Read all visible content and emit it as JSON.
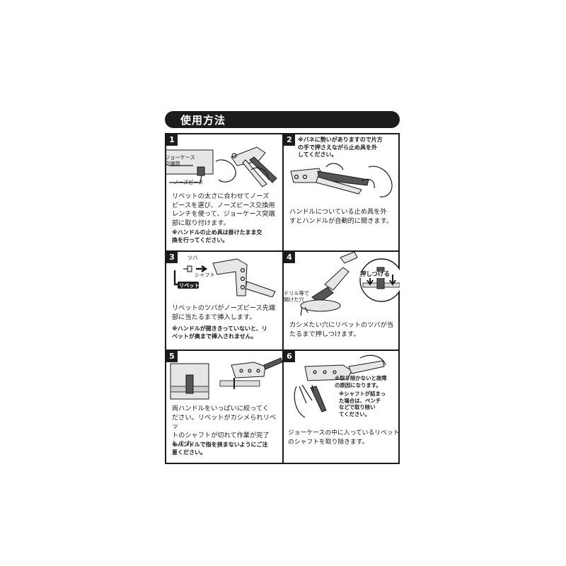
{
  "header": {
    "title": "使用方法"
  },
  "steps": [
    {
      "number": "1",
      "callouts": {
        "jaw_case": "ジョーケース\n突端部",
        "nose_piece": "ノーズピース"
      },
      "text": "リベットの太さに合わせてノーズ\nピースを選び、ノーズピース交換用\nレンチを使って、ジョーケース突端\n部に取り付けます。",
      "note": "※ハンドルの止め具は掛けたまま交\n換を行ってください。"
    },
    {
      "number": "2",
      "note": "※バネに勢いがありますので片方\nの手で押さえながら止め具を外\nしてください。",
      "text": "ハンドルについている止め具を外\nすとハンドルが自動的に開きます。"
    },
    {
      "number": "3",
      "callouts": {
        "flange": "ツバ",
        "shaft": "シャフト",
        "rivet": "リベット"
      },
      "text": "リベットのツバがノーズピース先端\n部に当たるまで挿入します。",
      "note": "※ハンドルが開ききっていないと、リ\nベットが奥まで挿入されません。"
    },
    {
      "number": "4",
      "callouts": {
        "press": "押しつける",
        "hole": "ドリル等で\n開けた穴"
      },
      "text": "カシメたい穴にリベットのツバが当\nたるまで押しつけます。"
    },
    {
      "number": "5",
      "text": "両ハンドルをいっぱいに絞ってく\nださい。リベットがカシメられリベッ\nトのシャフトが切れて作業が完了\nします。",
      "note": "※ハンドルで指を挟まないようにご注\n意ください。"
    },
    {
      "number": "6",
      "note_a": "※取り除かないと故障\nの原因になります。",
      "note_b": "※シャフトが詰まっ\nた場合は、ペンチ\nなどで取り除い\nてください。",
      "text": "ジョーケースの中に入っているリベット\nのシャフトを取り除きます。"
    }
  ]
}
